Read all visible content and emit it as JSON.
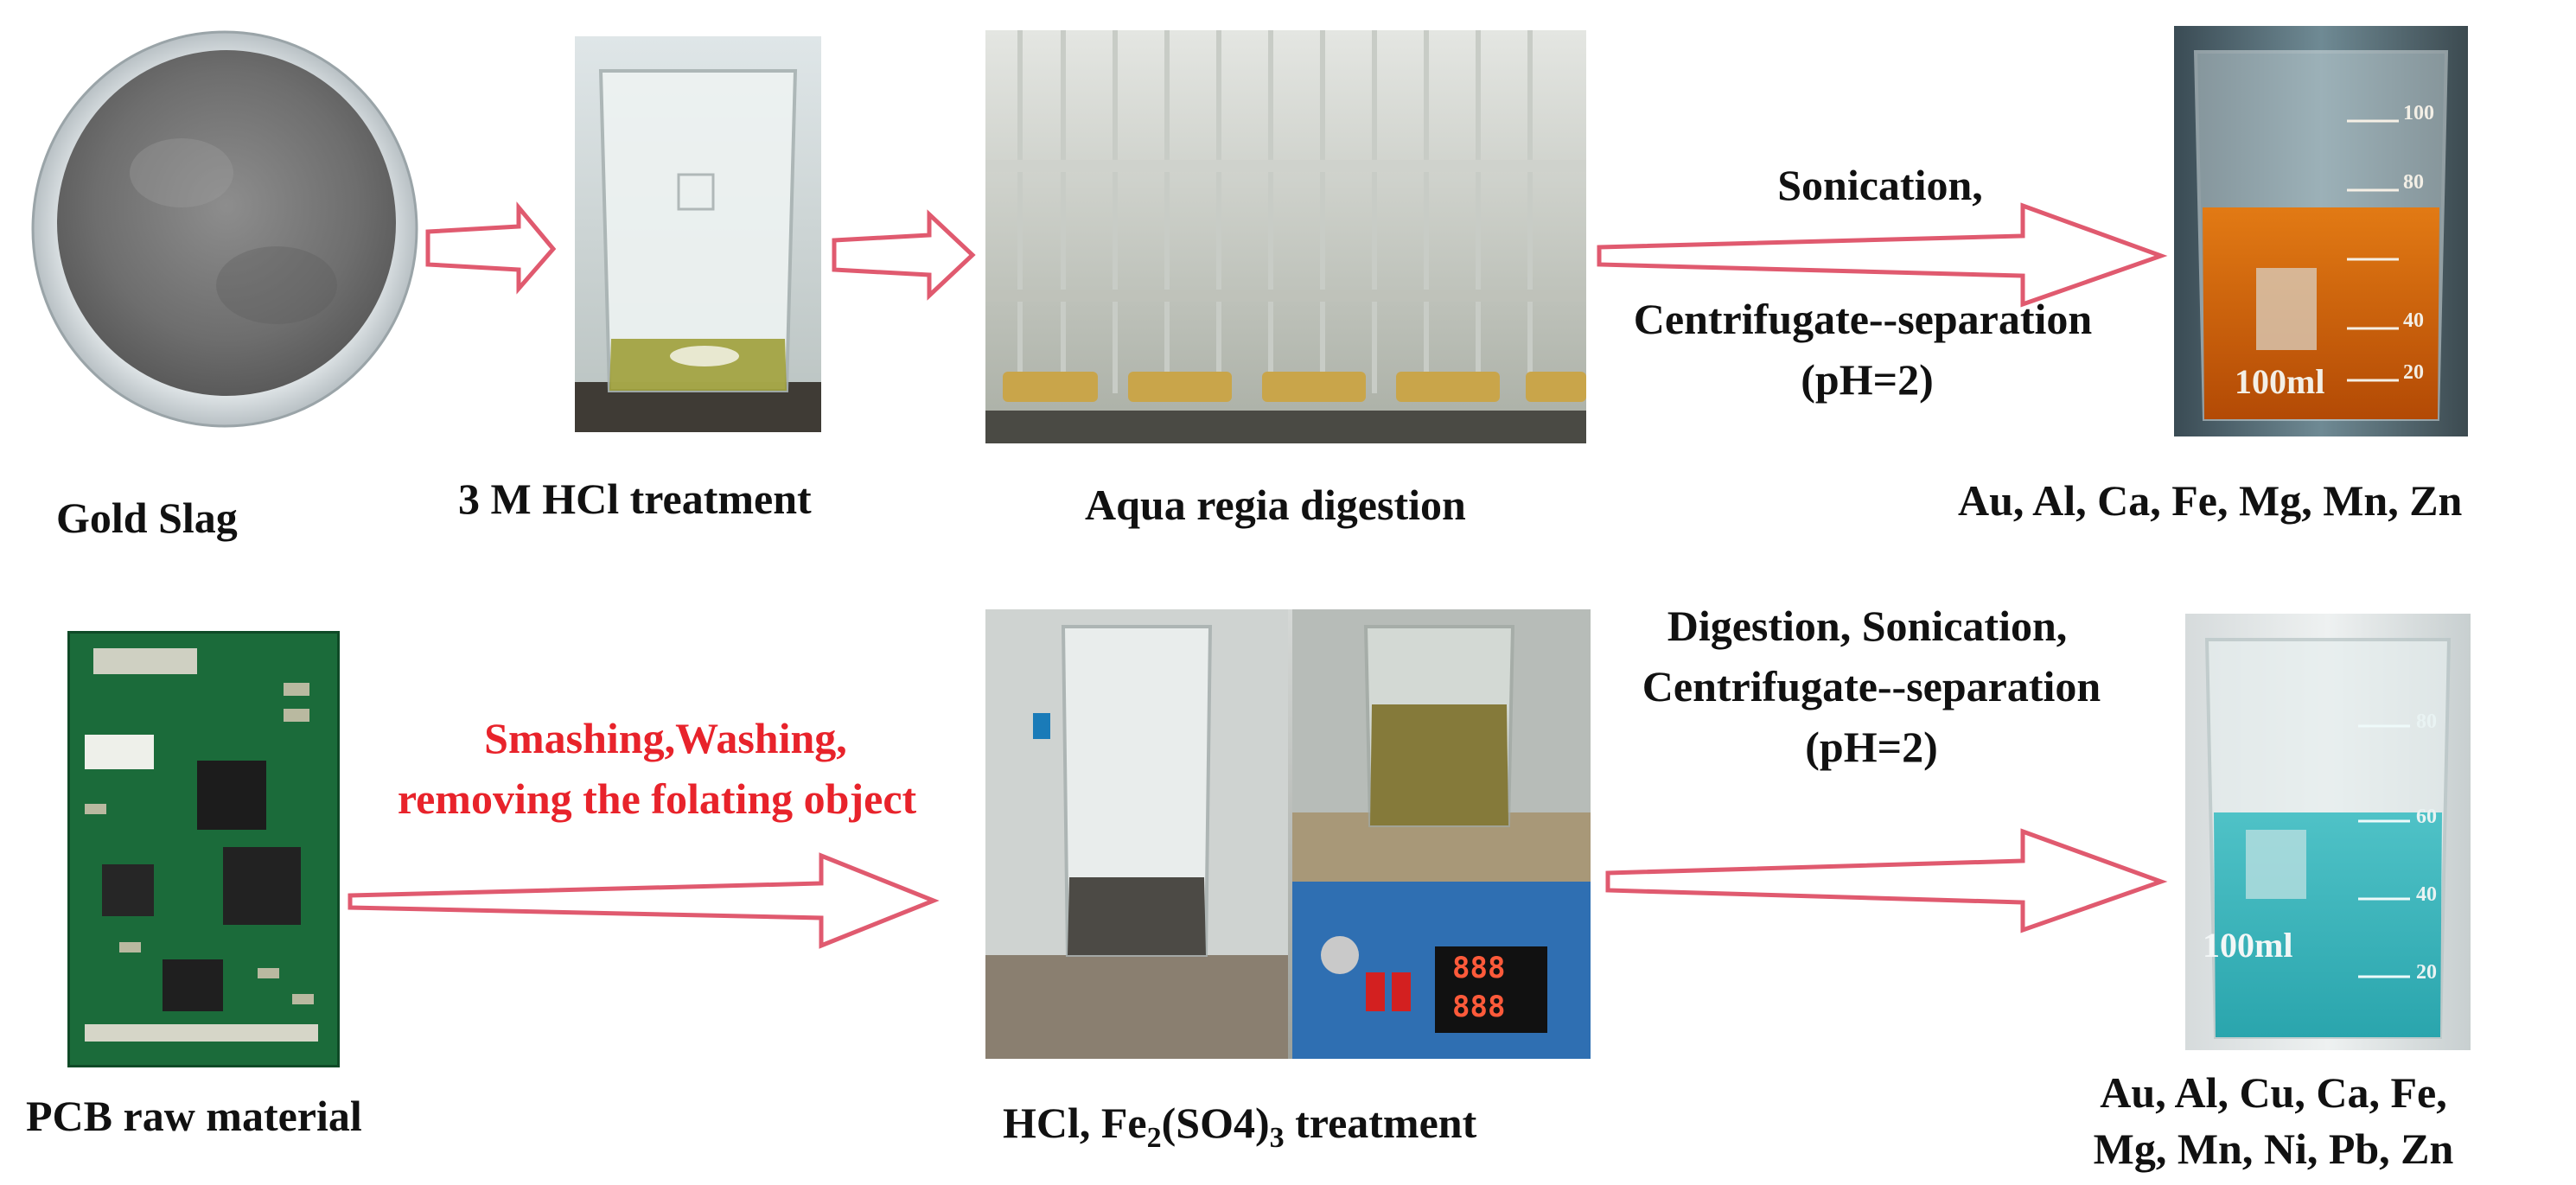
{
  "top_row": {
    "step1_label": "Gold Slag",
    "step2_label": "3 M HCl treatment",
    "step3_label": "Aqua regia digestion",
    "arrow_label_line1": "Sonication,",
    "arrow_label_line2": "Centrifugate--separation",
    "arrow_label_line3": "(pH=2)",
    "result_label": "Au, Al, Ca, Fe, Mg, Mn, Zn"
  },
  "bottom_row": {
    "step1_label": "PCB raw material",
    "arrow1_label_line1": "Smashing,Washing,",
    "arrow1_label_line2": "removing the folating object",
    "step2_label_prefix": "HCl, Fe",
    "step2_sub1": "2",
    "step2_mid": "(SO4)",
    "step2_sub2": "3",
    "step2_suffix": " treatment",
    "arrow2_label_line1": "Digestion, Sonication,",
    "arrow2_label_line2": "Centrifugate--separation",
    "arrow2_label_line3": "(pH=2)",
    "result_label_line1": "Au, Al, Cu, Ca, Fe,",
    "result_label_line2": "Mg, Mn, Ni, Pb, Zn"
  },
  "beaker_marks": {
    "top_volume": "100ml",
    "top_ticks": [
      "100",
      "80",
      "40",
      "20"
    ],
    "bottom_volume": "100ml",
    "bottom_ticks": [
      "80",
      "60",
      "40",
      "20"
    ],
    "hotplate_digits_top": "888",
    "hotplate_digits_bottom": "888"
  },
  "colors": {
    "arrow_outline": "#e05a6f",
    "red_text": "#e8232b"
  }
}
